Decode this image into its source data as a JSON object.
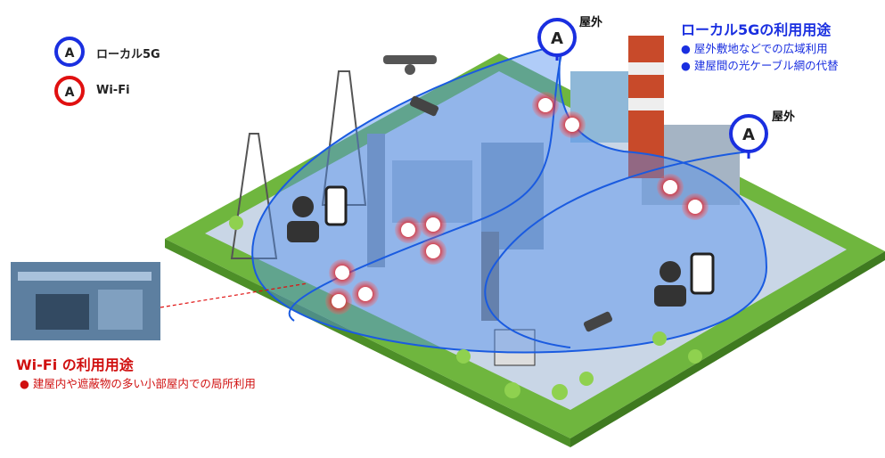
{
  "legend": {
    "local5g": "ローカル5G",
    "wifi": "Wi-Fi"
  },
  "towers": [
    {
      "label": "屋外"
    },
    {
      "label": "屋外"
    }
  ],
  "local5g_usage": {
    "title": "ローカル5Gの利用用途",
    "items": [
      "屋外敷地などでの広域利用",
      "建屋間の光ケーブル網の代替"
    ]
  },
  "wifi_usage": {
    "title": "Wi-Fi の利用用途",
    "items": [
      "建屋内や遮蔽物の多い小部屋内での局所利用"
    ]
  },
  "colors": {
    "local5g": "#1a2fe0",
    "wifi": "#d01010",
    "ground": "#7cc24a",
    "coverage": "#4f8ff0"
  }
}
